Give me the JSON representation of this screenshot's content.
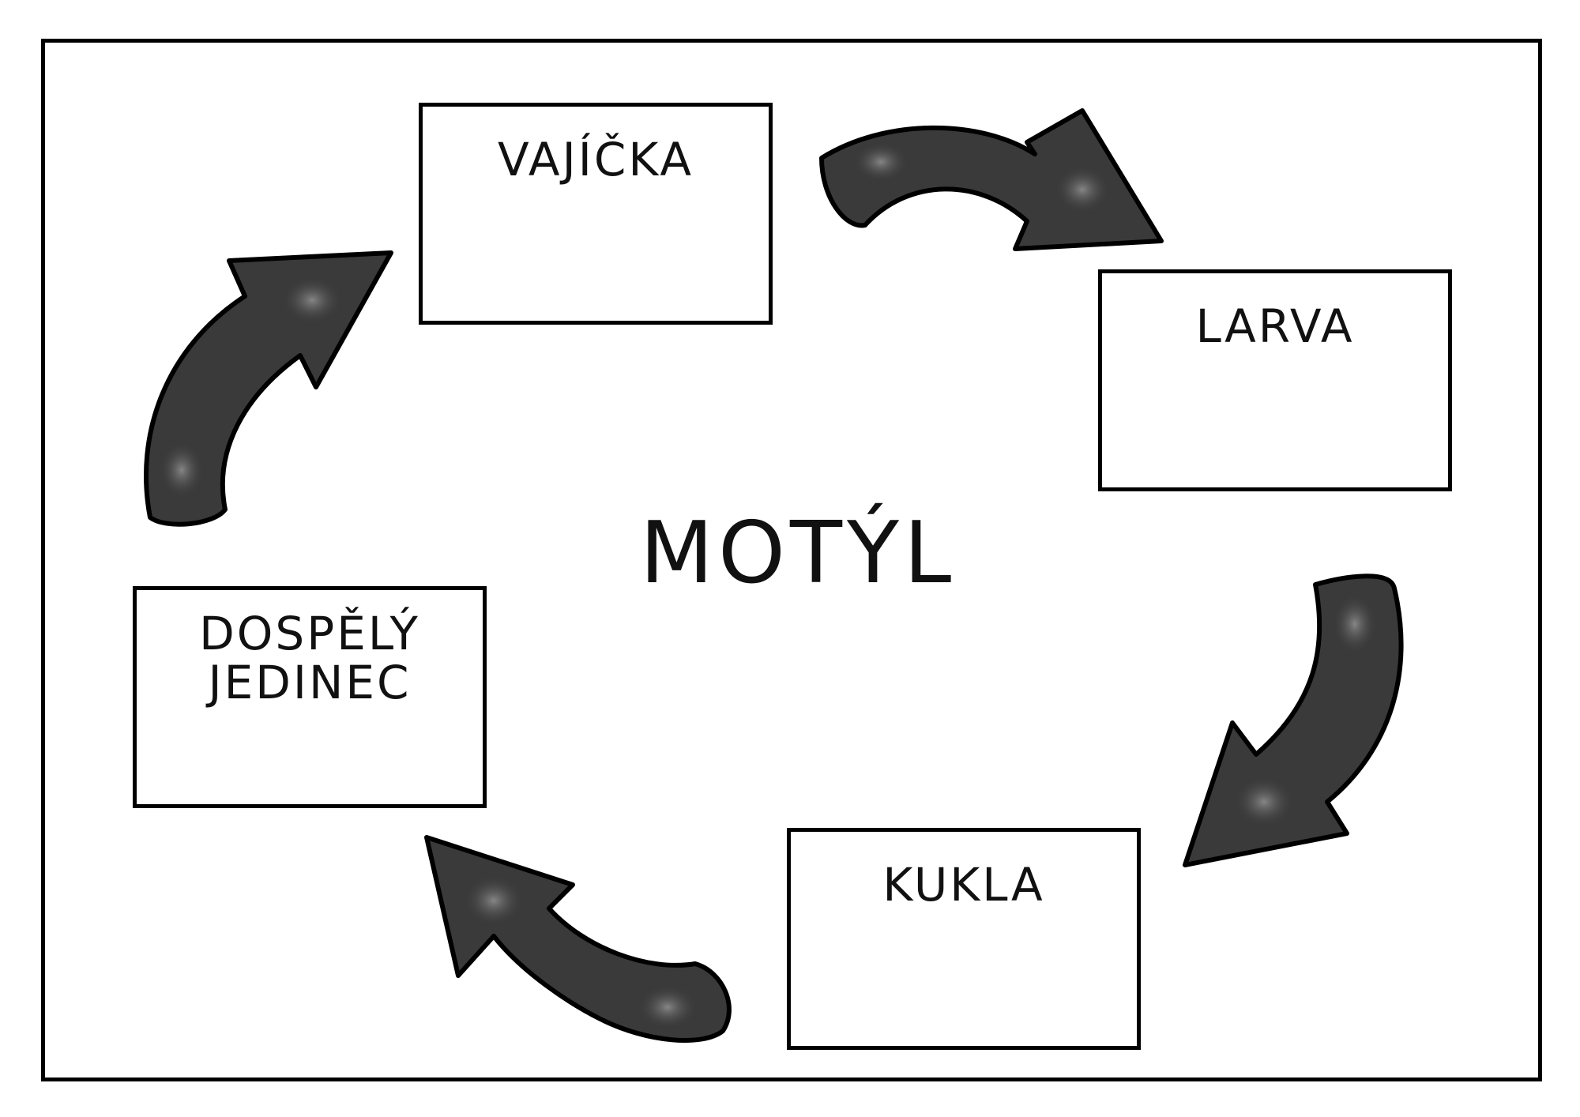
{
  "title": "MOTÝL",
  "stages": {
    "eggs": "VAJÍČKA",
    "larva": "LARVA",
    "pupa": "KUKLA",
    "adult": "DOSPĚLÝ\nJEDINEC"
  },
  "colors": {
    "arrow_fill": "#3a3a3a",
    "arrow_outline": "#000000",
    "frame": "#000000",
    "background": "#ffffff"
  }
}
